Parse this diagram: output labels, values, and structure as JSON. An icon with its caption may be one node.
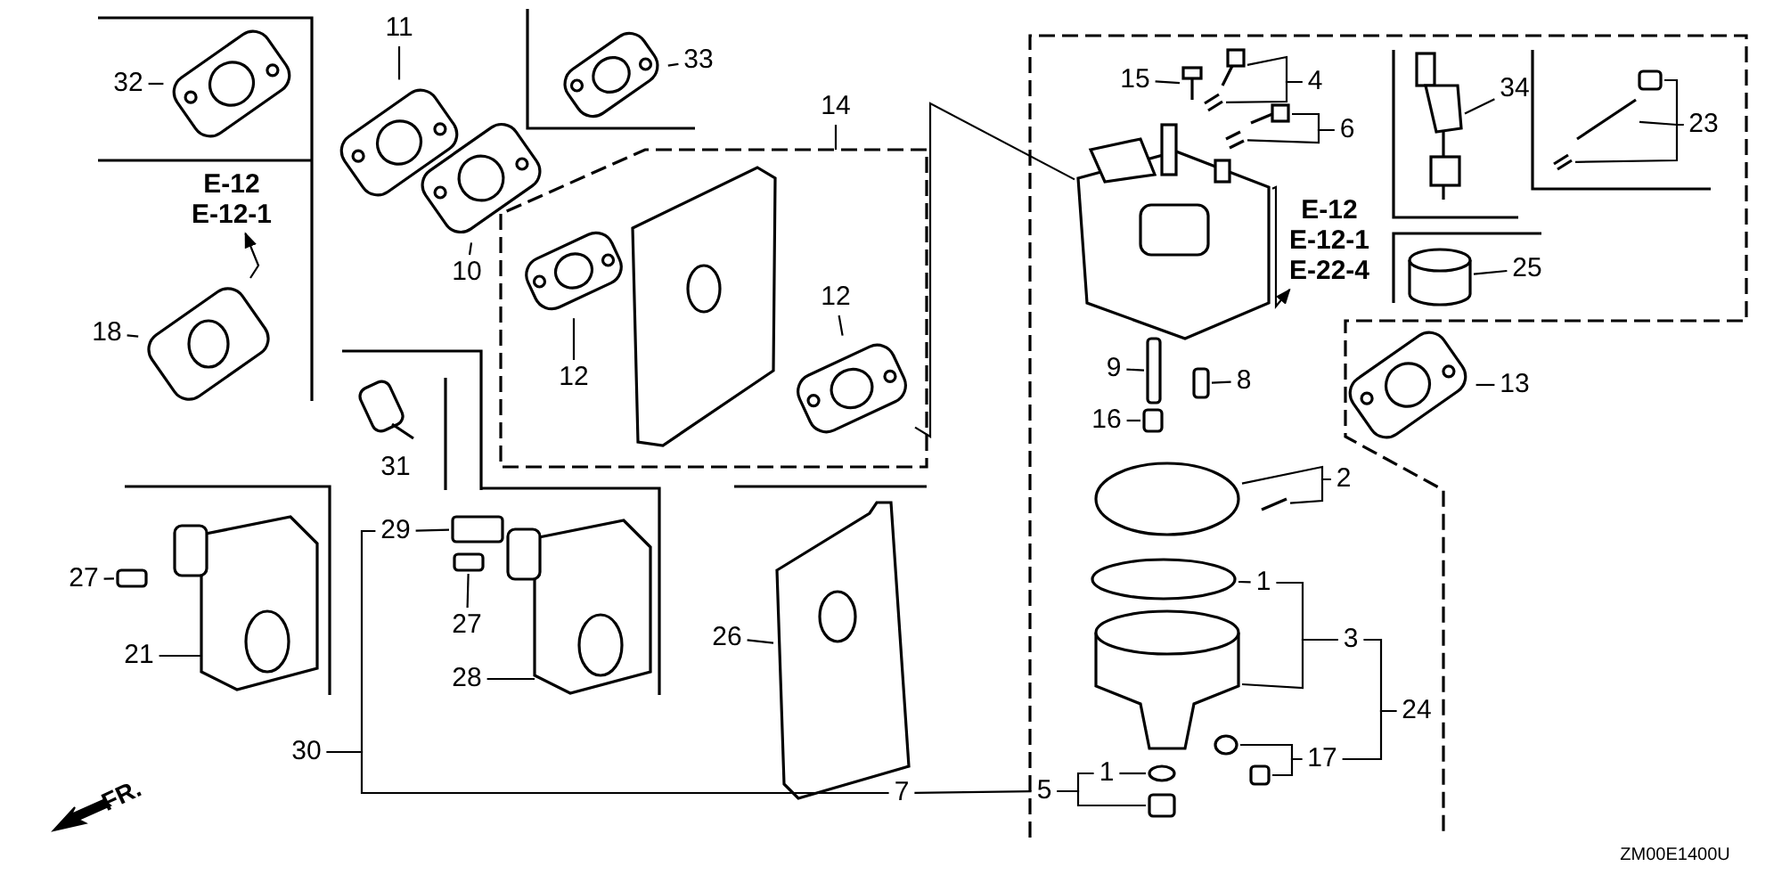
{
  "diagram": {
    "nodes": [
      {
        "text": [
          "11"
        ]
      },
      {
        "text": [
          "32"
        ]
      },
      {
        "text": [
          "33"
        ]
      },
      {
        "text": [
          "14"
        ]
      },
      {
        "text": [
          "15"
        ]
      },
      {
        "text": [
          "4"
        ]
      },
      {
        "text": [
          "34"
        ]
      },
      {
        "text": [
          "23"
        ]
      },
      {
        "text": [
          "6"
        ]
      },
      {
        "text": [
          "E-12",
          "E-12-1"
        ]
      },
      {
        "text": [
          "10"
        ]
      },
      {
        "text": [
          "12"
        ]
      },
      {
        "text": [
          "12"
        ]
      },
      {
        "text": [
          "18"
        ]
      },
      {
        "text": [
          "E-12",
          "E-12-1",
          "E-22-4"
        ]
      },
      {
        "text": [
          "25"
        ]
      },
      {
        "text": [
          "13"
        ]
      },
      {
        "text": [
          "9"
        ]
      },
      {
        "text": [
          "8"
        ]
      },
      {
        "text": [
          "16"
        ]
      },
      {
        "text": [
          "2"
        ]
      },
      {
        "text": [
          "29"
        ]
      },
      {
        "text": [
          "27"
        ]
      },
      {
        "text": [
          "27"
        ]
      },
      {
        "text": [
          "1"
        ]
      },
      {
        "text": [
          "3"
        ]
      },
      {
        "text": [
          "21"
        ]
      },
      {
        "text": [
          "26"
        ]
      },
      {
        "text": [
          "28"
        ]
      },
      {
        "text": [
          "24"
        ]
      },
      {
        "text": [
          "30"
        ]
      },
      {
        "text": [
          "17"
        ]
      },
      {
        "text": [
          "7"
        ]
      },
      {
        "text": [
          "5"
        ]
      },
      {
        "text": [
          "1"
        ]
      },
      {
        "text": [],
        "shape": "picture"
      },
      {
        "text": [],
        "shape": "picture"
      },
      {
        "text": [],
        "shape": "picture"
      },
      {
        "text": [],
        "shape": "picture"
      },
      {
        "text": [],
        "shape": "picture"
      },
      {
        "text": [],
        "shape": "picture"
      },
      {
        "text": [],
        "shape": "picture"
      },
      {
        "text": [],
        "shape": "picture"
      },
      {
        "text": [],
        "shape": "picture"
      },
      {
        "text": [],
        "shape": "picture"
      },
      {
        "text": [],
        "shape": "picture"
      },
      {
        "text": [],
        "shape": "picture"
      },
      {
        "text": [],
        "shape": "picture"
      },
      {
        "text": [],
        "shape": "picture"
      },
      {
        "text": [],
        "shape": "picture"
      },
      {
        "text": [],
        "shape": "box"
      },
      {
        "text": [],
        "shape": "picture"
      },
      {
        "text": [],
        "shape": "picture"
      },
      {
        "text": [],
        "shape": "cylinder"
      },
      {
        "text": [],
        "shape": "picture"
      },
      {
        "text": [],
        "shape": "box"
      },
      {
        "text": [],
        "shape": "box"
      },
      {
        "text": [],
        "shape": "box"
      },
      {
        "text": [],
        "shape": "circle"
      },
      {
        "text": [],
        "shape": "picture"
      },
      {
        "text": [],
        "shape": "box"
      },
      {
        "text": [],
        "shape": "box"
      },
      {
        "text": [],
        "shape": "box"
      },
      {
        "text": [],
        "shape": "circle"
      },
      {
        "text": [],
        "shape": "picture"
      },
      {
        "text": [],
        "shape": "picture"
      },
      {
        "text": [],
        "shape": "picture"
      },
      {
        "text": [],
        "shape": "picture"
      },
      {
        "text": [],
        "shape": "circle"
      },
      {
        "text": [],
        "shape": "box"
      },
      {
        "text": [],
        "shape": "circle"
      },
      {
        "text": [],
        "shape": "box"
      }
    ],
    "edges": [
      {
        "from": 0,
        "to": 37,
        "arrow": "none"
      },
      {
        "from": 1,
        "to": 38,
        "arrow": "none"
      },
      {
        "from": 2,
        "to": 39,
        "arrow": "none"
      },
      {
        "from": 3,
        "to": null,
        "arrow": "none"
      },
      {
        "from": 4,
        "to": 44,
        "arrow": "none"
      },
      {
        "from": 5,
        "to": 45,
        "arrow": "none"
      },
      {
        "from": 5,
        "to": 46,
        "arrow": "none"
      },
      {
        "from": 6,
        "to": 49,
        "arrow": "none"
      },
      {
        "from": 7,
        "to": 50,
        "arrow": "none"
      },
      {
        "from": 7,
        "to": 51,
        "arrow": "none"
      },
      {
        "from": 7,
        "to": 52,
        "arrow": "none"
      },
      {
        "from": 8,
        "to": 47,
        "arrow": "none"
      },
      {
        "from": 8,
        "to": 48,
        "arrow": "none"
      },
      {
        "from": 41,
        "to": 9,
        "arrow": "to"
      },
      {
        "from": 10,
        "to": 40,
        "arrow": "none"
      },
      {
        "from": 11,
        "to": 42,
        "arrow": "none"
      },
      {
        "from": 12,
        "to": 35,
        "arrow": "none"
      },
      {
        "from": 13,
        "to": 41,
        "arrow": "none"
      },
      {
        "from": 36,
        "to": 14,
        "arrow": "to"
      },
      {
        "from": 15,
        "to": 53,
        "arrow": "none"
      },
      {
        "from": 16,
        "to": 54,
        "arrow": "none"
      },
      {
        "from": 17,
        "to": 55,
        "arrow": "none"
      },
      {
        "from": 18,
        "to": 56,
        "arrow": "none"
      },
      {
        "from": 19,
        "to": 57,
        "arrow": "none"
      },
      {
        "from": 20,
        "to": 58,
        "arrow": "none"
      },
      {
        "from": 20,
        "to": 59,
        "arrow": "none"
      },
      {
        "from": 21,
        "to": 60,
        "arrow": "none"
      },
      {
        "from": 30,
        "to": 21,
        "arrow": "none"
      },
      {
        "from": 22,
        "to": 61,
        "arrow": "none"
      },
      {
        "from": 23,
        "to": 62,
        "arrow": "none"
      },
      {
        "from": 24,
        "to": 63,
        "arrow": "none"
      },
      {
        "from": 25,
        "to": 24,
        "arrow": "none"
      },
      {
        "from": 25,
        "to": 64,
        "arrow": "none"
      },
      {
        "from": 26,
        "to": 65,
        "arrow": "none"
      },
      {
        "from": 27,
        "to": 66,
        "arrow": "none"
      },
      {
        "from": 28,
        "to": 67,
        "arrow": "none"
      },
      {
        "from": 29,
        "to": 25,
        "arrow": "none"
      },
      {
        "from": 29,
        "to": 31,
        "arrow": "none"
      },
      {
        "from": 30,
        "to": 32,
        "arrow": "none"
      },
      {
        "from": 31,
        "to": 68,
        "arrow": "none"
      },
      {
        "from": 31,
        "to": 69,
        "arrow": "none"
      },
      {
        "from": 32,
        "to": 33,
        "arrow": "none"
      },
      {
        "from": 33,
        "to": 34,
        "arrow": "none"
      },
      {
        "from": 33,
        "to": 71,
        "arrow": "none"
      },
      {
        "from": 34,
        "to": 70,
        "arrow": "none"
      },
      {
        "from": 35,
        "to": 36,
        "arrow": "none"
      }
    ],
    "labels": [
      "31",
      "FR.",
      "ZM00E1400U"
    ]
  }
}
